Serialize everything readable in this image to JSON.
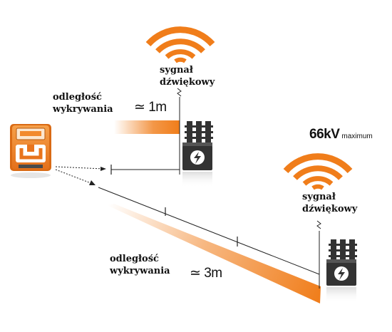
{
  "near": {
    "signal_line1": "sygnał",
    "signal_line2": "dźwiękowy",
    "distance_line1": "odległość",
    "distance_line2": "wykrywania",
    "distance_value": "≃ 1m"
  },
  "far": {
    "signal_line1": "sygnał",
    "signal_line2": "dźwiękowy",
    "distance_line1": "odległość",
    "distance_line2": "wykrywania",
    "distance_value": "≃ 3m",
    "voltage": "66kV",
    "voltage_suffix": "maximum"
  },
  "colors": {
    "orange": "#f07d1a",
    "dark": "#333333"
  },
  "icons": [
    "detector-device-icon",
    "wifi-signal-icon",
    "transformer-icon",
    "lightning-bolt-icon"
  ]
}
